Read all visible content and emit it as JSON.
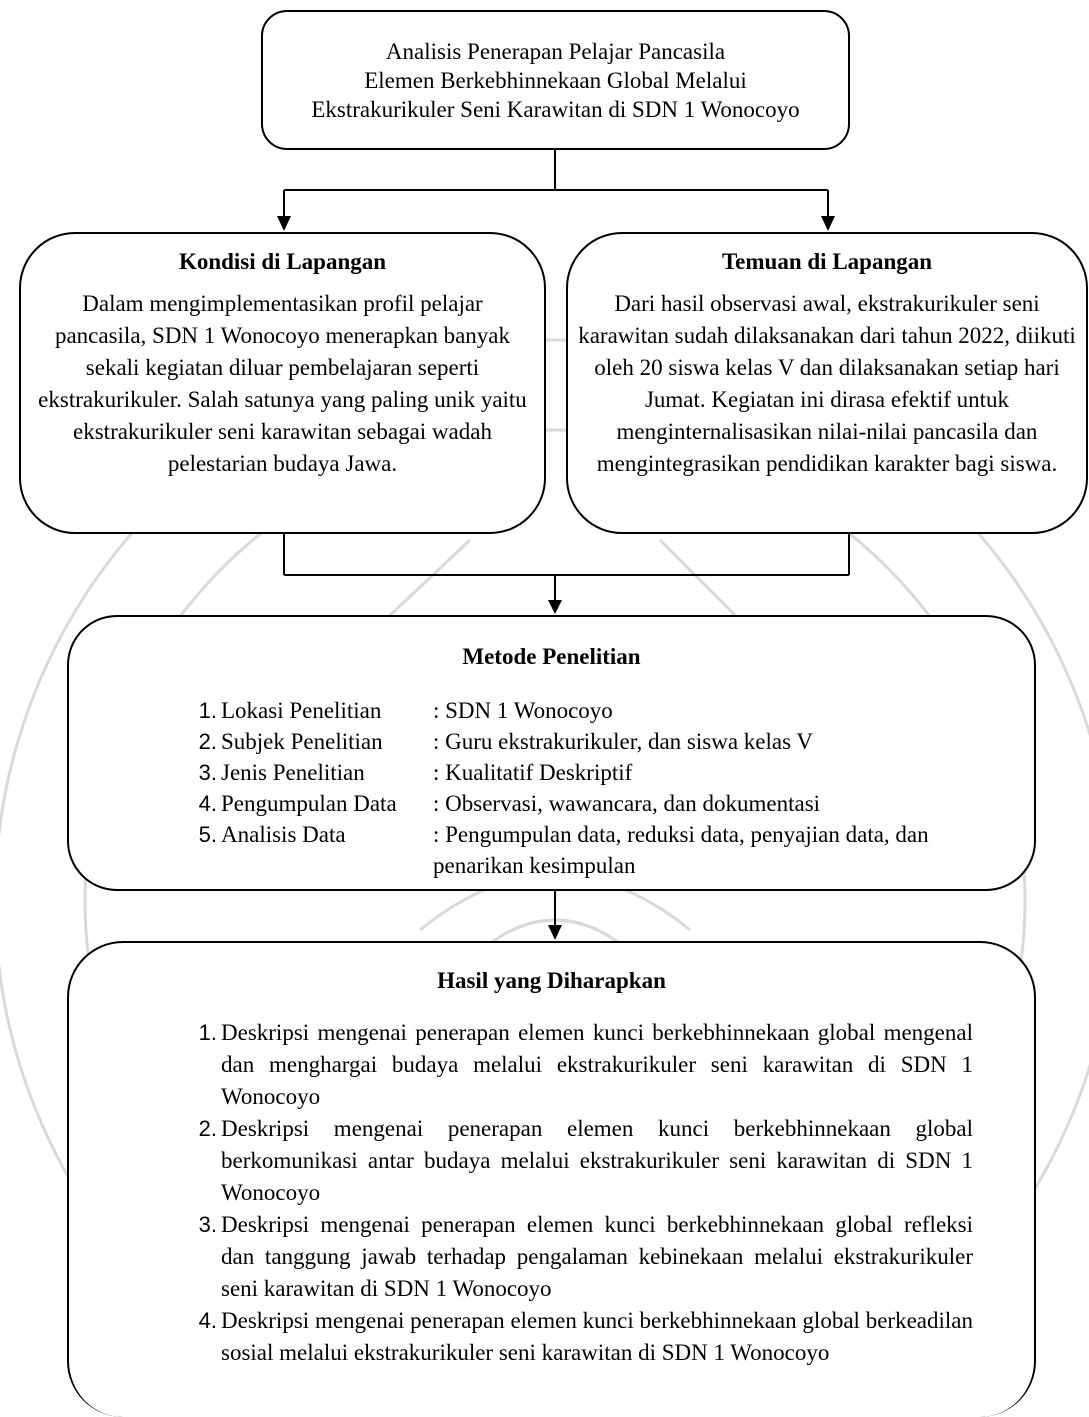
{
  "title": {
    "lines": [
      "Analisis Penerapan Pelajar Pancasila",
      "Elemen Berkebhinnekaan Global Melalui",
      "Ekstrakurikuler Seni Karawitan di SDN 1 Wonocoyo"
    ]
  },
  "kondisi": {
    "heading": "Kondisi di Lapangan",
    "text": "Dalam mengimplementasikan profil pelajar pancasila, SDN 1 Wonocoyo menerapkan banyak sekali kegiatan diluar pembelajaran seperti ekstrakurikuler. Salah satunya yang paling unik yaitu ekstrakurikuler seni karawitan sebagai wadah pelestarian budaya Jawa."
  },
  "temuan": {
    "heading": "Temuan di Lapangan",
    "text": "Dari hasil observasi awal, ekstrakurikuler seni karawitan sudah dilaksanakan dari tahun 2022, diikuti oleh 20 siswa kelas V dan dilaksanakan setiap hari Jumat. Kegiatan ini dirasa efektif untuk menginternalisasikan nilai-nilai pancasila dan mengintegrasikan pendidikan karakter bagi siswa."
  },
  "metode": {
    "heading": "Metode Penelitian",
    "items": [
      {
        "num": "1.",
        "label": "Lokasi Penelitian",
        "value": ": SDN 1 Wonocoyo"
      },
      {
        "num": "2.",
        "label": "Subjek Penelitian",
        "value": ": Guru ekstrakurikuler, dan siswa kelas V"
      },
      {
        "num": "3.",
        "label": "Jenis Penelitian",
        "value": ": Kualitatif Deskriptif"
      },
      {
        "num": "4.",
        "label": "Pengumpulan Data",
        "value": ": Observasi, wawancara, dan dokumentasi"
      },
      {
        "num": "5.",
        "label": "Analisis Data",
        "value": ": Pengumpulan data, reduksi data, penyajian data, dan penarikan kesimpulan"
      }
    ]
  },
  "hasil": {
    "heading": "Hasil yang Diharapkan",
    "items": [
      {
        "num": "1.",
        "text": "Deskripsi mengenai penerapan elemen kunci berkebhinnekaan global mengenal dan menghargai budaya melalui ekstrakurikuler seni karawitan di SDN 1 Wonocoyo"
      },
      {
        "num": "2.",
        "text": "Deskripsi mengenai penerapan elemen kunci berkebhinnekaan global berkomunikasi antar budaya melalui ekstrakurikuler seni karawitan di SDN 1 Wonocoyo"
      },
      {
        "num": "3.",
        "text": "Deskripsi mengenai penerapan elemen kunci berkebhinnekaan global refleksi dan tanggung jawab terhadap pengalaman kebinekaan melalui ekstrakurikuler seni karawitan di SDN 1 Wonocoyo"
      },
      {
        "num": "4.",
        "text": "Deskripsi mengenai penerapan elemen kunci berkebhinnekaan global berkeadilan sosial melalui ekstrakurikuler seni karawitan di SDN 1 Wonocoyo"
      }
    ]
  }
}
